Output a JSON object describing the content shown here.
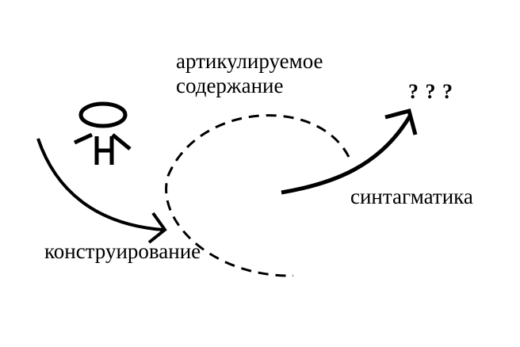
{
  "labels": {
    "content_line1": "артикулируемое",
    "content_line2": "содержание",
    "construction": "конструирование",
    "syntagmatics": "синтагматика",
    "questions": "? ? ?"
  },
  "colors": {
    "ink": "#000000",
    "background": "#ffffff"
  }
}
